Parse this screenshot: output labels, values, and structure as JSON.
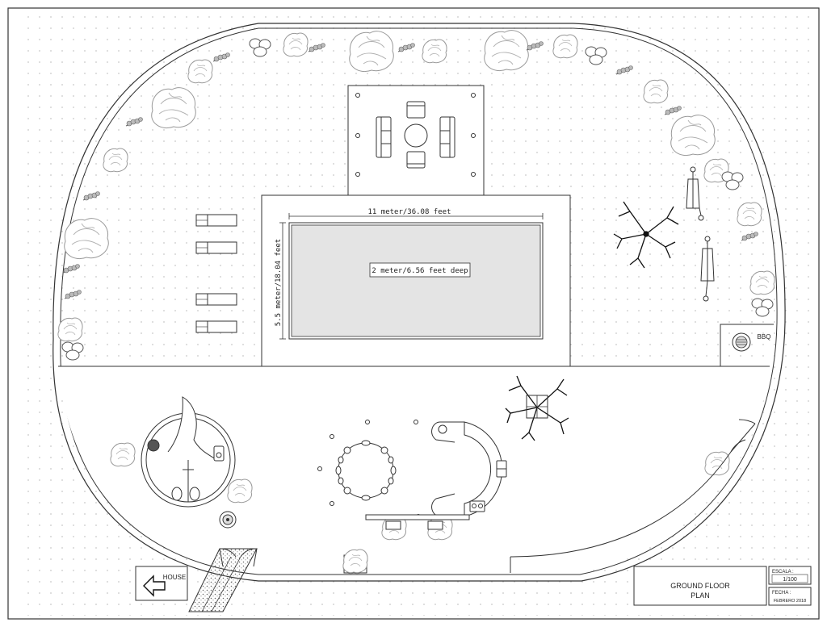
{
  "plan": {
    "pool": {
      "length_label": "11 meter/36.08 feet",
      "width_label": "5.5 meter/18.04 feet",
      "depth_label": "2 meter/6.56 feet deep"
    },
    "bbq_label": "BBQ",
    "house_label": "HOUSE"
  },
  "title_block": {
    "title_line1": "GROUND FLOOR",
    "title_line2": "PLAN",
    "scale_label": "ESCALA :",
    "scale_value": "1/100",
    "date_label": "FECHA :",
    "date_value": "FEBRERO 2018"
  },
  "colors": {
    "line": "#222222",
    "pool_fill": "#e4e4e4",
    "paving_dot": "#c8c8c8",
    "plant_gray": "#9a9a9a"
  }
}
